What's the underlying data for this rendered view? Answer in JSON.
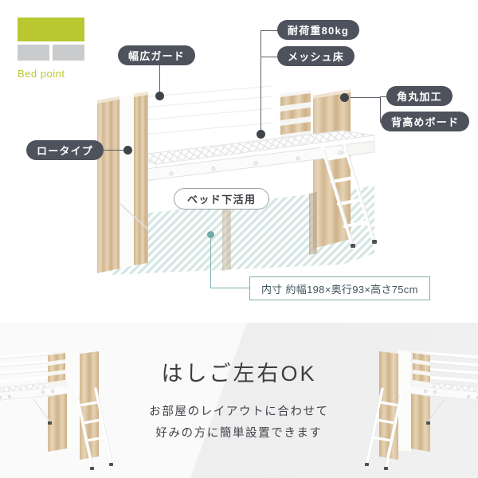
{
  "brand": {
    "logo_text": "Bed point",
    "logo_accent_color": "#b8c82e",
    "logo_gray_color": "#c9cbcd"
  },
  "top": {
    "pill_color": "#4e525c",
    "labels": {
      "wide_guard": "幅広ガード",
      "load_capacity": "耐荷重80kg",
      "mesh_floor": "メッシュ床",
      "round_corner": "角丸加工",
      "tall_board": "背高めボード",
      "low_type": "ロータイプ",
      "under_bed": "ベッド下活用"
    },
    "dimension": {
      "text": "内寸 約幅198×奥行93×高さ75cm",
      "accent_color": "#7fb0af"
    }
  },
  "bottom": {
    "title": "はしご左右OK",
    "subtitle_line1": "お部屋のレイアウトに合わせて",
    "subtitle_line2": "好みの方に簡単設置できます"
  }
}
